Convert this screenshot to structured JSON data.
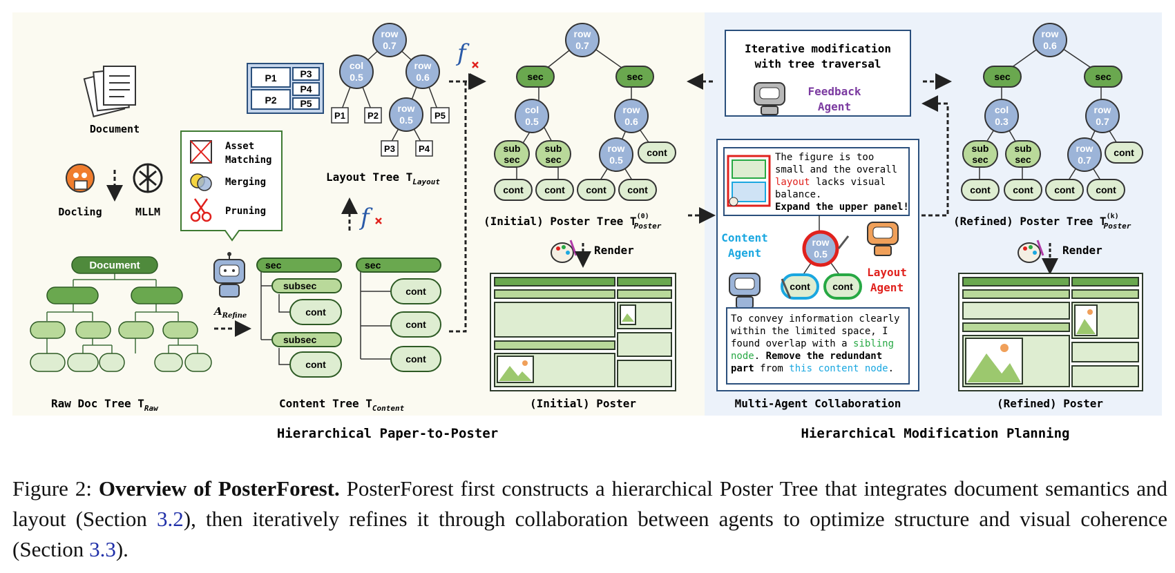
{
  "figure": {
    "left": {
      "document_label": "Document",
      "docling_label": "Docling",
      "mllm_label": "MLLM",
      "raw_tree_root": "Document",
      "raw_tree_label": "Raw Doc Tree T",
      "raw_tree_sub": "Raw",
      "tools": [
        "Asset",
        "Matching",
        "Merging",
        "Pruning"
      ],
      "refine_label": "A",
      "refine_sub": "Refine",
      "content_tree": {
        "sec": "sec",
        "subsec": "subsec",
        "cont": "cont"
      },
      "content_tree_label": "Content Tree T",
      "content_tree_sub": "Content",
      "layout_boxes": [
        "P1",
        "P2",
        "P3",
        "P4",
        "P5"
      ],
      "layout_tree": {
        "root": [
          "row",
          "0.7"
        ],
        "col": [
          "col",
          "0.5"
        ],
        "row1": [
          "row",
          "0.6"
        ],
        "row2": [
          "row",
          "0.5"
        ]
      },
      "layout_tree_label": "Layout Tree T",
      "layout_tree_sub": "Layout",
      "fx_symbol": "f",
      "initial_tree_label": "(Initial) Poster Tree T",
      "initial_tree_sup": "(0)",
      "initial_tree_sub": "Poster",
      "render_label": "Render",
      "initial_poster_label": "(Initial) Poster",
      "section_title": "Hierarchical Paper-to-Poster"
    },
    "initial_tree": {
      "root": [
        "row",
        "0.7"
      ],
      "col": [
        "col",
        "0.5"
      ],
      "row1": [
        "row",
        "0.6"
      ],
      "row2": [
        "row",
        "0.5"
      ],
      "sec": "sec",
      "subsec": [
        "sub",
        "sec"
      ],
      "cont": "cont"
    },
    "right": {
      "iter_title_line1": "Iterative modification",
      "iter_title_line2": "with tree traversal",
      "feedback_agent": [
        "Feedback",
        "Agent"
      ],
      "feedback_text": [
        "The figure is too",
        "small and the overall",
        "layout",
        " lacks visual",
        "balance.",
        "Expand the upper panel!"
      ],
      "content_agent": [
        "Content",
        "Agent"
      ],
      "layout_agent": [
        "Layout",
        "Agent"
      ],
      "mid_node": [
        "row",
        "0.5"
      ],
      "cont": "cont",
      "content_text": [
        "To convey information clearly",
        "within the limited space, I",
        "found overlap with a ",
        "sibling",
        "node",
        ". ",
        "Remove the redundant",
        "part",
        " from ",
        "this content node",
        "."
      ],
      "collab_label": "Multi-Agent Collaboration",
      "refined_tree": {
        "root": [
          "row",
          "0.6"
        ],
        "col": [
          "col",
          "0.3"
        ],
        "row1": [
          "row",
          "0.7"
        ],
        "row2": [
          "row",
          "0.7"
        ]
      },
      "refined_tree_label": "(Refined) Poster Tree T",
      "refined_tree_sup": "(k)",
      "refined_tree_sub": "Poster",
      "render_label": "Render",
      "refined_poster_label": "(Refined) Poster",
      "section_title": "Hierarchical Modification Planning"
    },
    "colors": {
      "left_bg": "#fbfaf1",
      "right_bg": "#ecf2fa",
      "node_blue": "#9cb4d8",
      "node_green": "#6aa84f",
      "node_light": "#d5e8c4",
      "red": "#e0211d",
      "cyan": "#1aa7e0",
      "green_text": "#27a844",
      "purple": "#7b3aa0",
      "orange": "#e8873a"
    }
  },
  "caption": {
    "prefix": "Figure 2: ",
    "bold": "Overview of PosterForest.",
    "t1": " PosterForest first constructs a hierarchical Poster Tree that integrates document semantics and layout (Section ",
    "ref1": "3.2",
    "t2": "), then iteratively refines it through collaboration between agents to optimize structure and visual coherence (Section ",
    "ref2": "3.3",
    "t3": ")."
  }
}
